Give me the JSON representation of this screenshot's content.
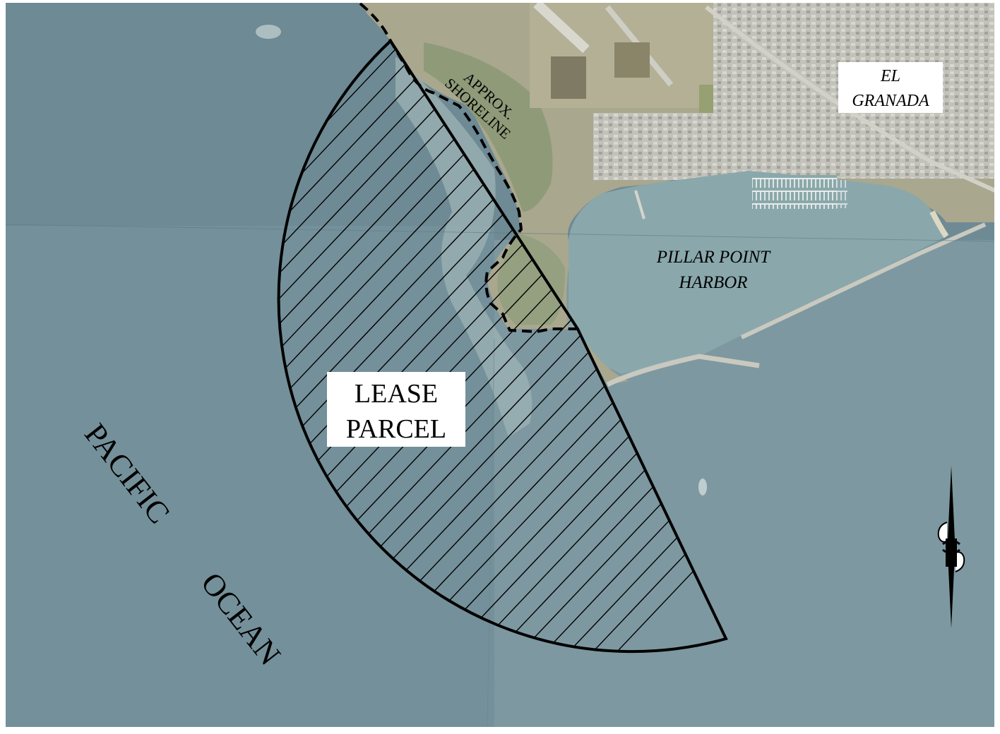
{
  "labels": {
    "el_granada": [
      "EL",
      "GRANADA"
    ],
    "approx_shoreline": [
      "APPROX.",
      "SHORELINE"
    ],
    "pillar_point_harbor": [
      "PILLAR POINT",
      "HARBOR"
    ],
    "lease_parcel": [
      "LEASE",
      "PARCEL"
    ],
    "pacific": "PACIFIC",
    "ocean": "OCEAN"
  },
  "colors": {
    "ocean": "#6e8a94",
    "ocean_light": "#7d98a0",
    "harbor_water": "#8aa8ac",
    "land": "#a9a78e",
    "urban": "#bdbdb6",
    "vegetation": "#8e9a78",
    "boundary": "#000000",
    "label_box": "#ffffff"
  },
  "icons": {
    "north_arrow": "north-arrow-icon"
  }
}
